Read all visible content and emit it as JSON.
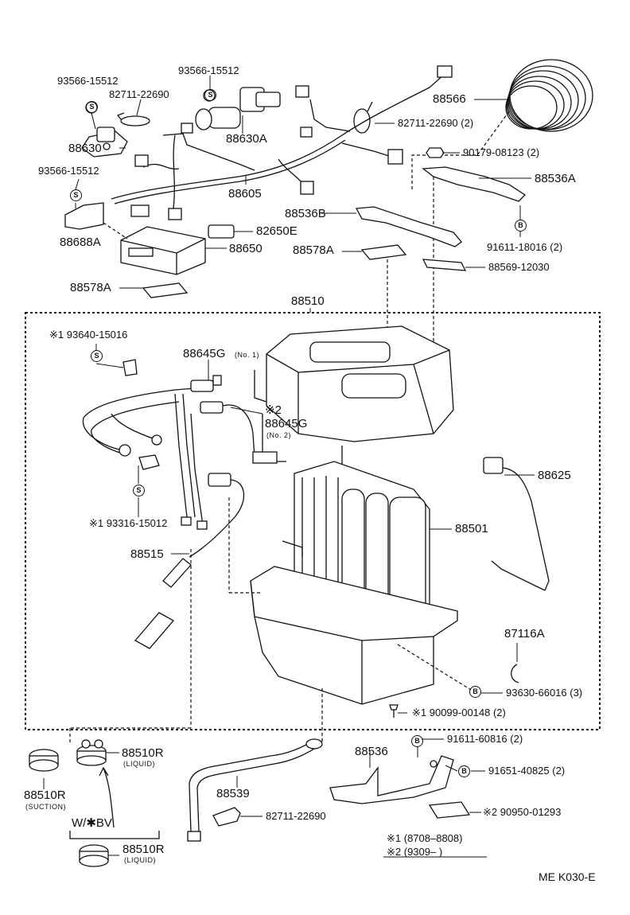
{
  "parts": {
    "p93566_1": "93566-15512",
    "p82711_1": "82711-22690",
    "p88630": "88630",
    "p93566_2": "93566-15512",
    "p93566_3": "93566-15512",
    "p88630A": "88630A",
    "p88605": "88605",
    "p88688A": "88688A",
    "p88566": "88566",
    "p82711_2": "82711-22690 (2)",
    "p90179": "90179-08123 (2)",
    "p88536A": "88536A",
    "p88536B": "88536B",
    "p82650E": "82650E",
    "p88650": "88650",
    "p88578A_1": "88578A",
    "p91611_18016": "91611-18016 (2)",
    "p88569": "88569-12030",
    "p88578A_2": "88578A",
    "p88510": "88510",
    "p93640": "※1 93640-15016",
    "p88645G1": "88645G",
    "p88645G1_note": "(No. 1)",
    "p88645G2_mark": "※2",
    "p88645G2": "88645G",
    "p88645G2_note": "(No. 2)",
    "p88625": "88625",
    "p93316": "※1 93316-15012",
    "p88501": "88501",
    "p88515": "88515",
    "p87116A": "87116A",
    "p93630": "93630-66016 (3)",
    "p90099": "※1 90099-00148 (2)",
    "p88510R_liq": "88510R",
    "p88510R_liq_note": "(LIQUID)",
    "p88510R_suc": "88510R",
    "p88510R_suc_note": "(SUCTION)",
    "p88536": "88536",
    "p91611_60816": "91611-60816 (2)",
    "p91651": "91651-40825 (2)",
    "p88539": "88539",
    "p82711_3": "82711-22690",
    "p90950": "※2 90950-01293",
    "wbv": "W/✱BV",
    "p88510R_liq2": "88510R",
    "p88510R_liq2_note": "(LIQUID)"
  },
  "badges": {
    "s": "S",
    "b": "B"
  },
  "legend": {
    "l1": "※1 (8708–8808)",
    "l2": "※2 (9309–          )"
  },
  "footer": "ME  K030-E"
}
